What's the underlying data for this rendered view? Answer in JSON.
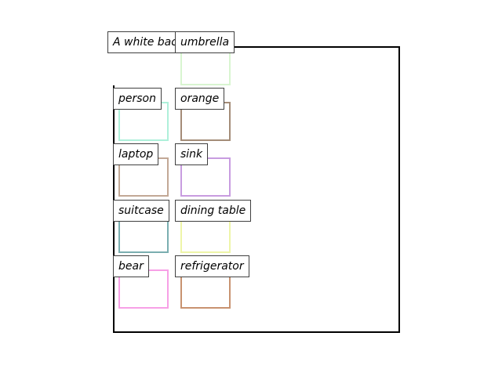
{
  "boxes": [
    {
      "id": "caption",
      "label": "A white backpack",
      "color": "#ffffff"
    },
    {
      "id": "umbrella",
      "label": "umbrella",
      "color": "#d8f5d0"
    },
    {
      "id": "person",
      "label": "person",
      "color": "#aef0da"
    },
    {
      "id": "orange",
      "label": "orange",
      "color": "#a48c78"
    },
    {
      "id": "laptop",
      "label": "laptop",
      "color": "#c2a896"
    },
    {
      "id": "sink",
      "label": "sink",
      "color": "#c89ce0"
    },
    {
      "id": "suitcase",
      "label": "suitcase",
      "color": "#7aaeb0"
    },
    {
      "id": "dining-table",
      "label": "dining table",
      "color": "#eef5a8"
    },
    {
      "id": "bear",
      "label": "bear",
      "color": "#f7a0e6"
    },
    {
      "id": "refrigerator",
      "label": "refrigerator",
      "color": "#c89270"
    }
  ]
}
